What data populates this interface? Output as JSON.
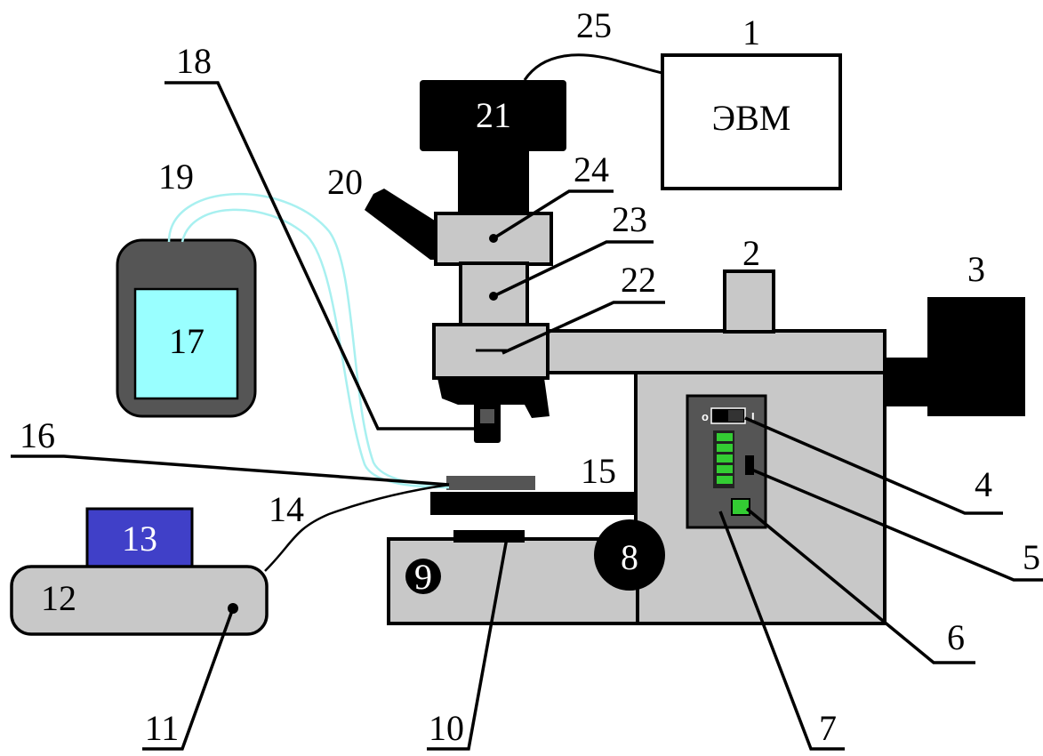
{
  "labels": {
    "computer": "1",
    "eyepiece_tube": "2",
    "lamp_housing": "3",
    "power_switch": "4",
    "knob_small": "5",
    "button": "6",
    "indicator": "7",
    "focus_knob": "8",
    "stage_knob": "9",
    "base_window": "10",
    "controller_port": "11",
    "controller": "12",
    "controller_display": "13",
    "cable": "14",
    "stage": "15",
    "sample": "16",
    "reservoir": "17",
    "objective": "18",
    "tubing": "19",
    "side_port": "20",
    "camera": "21",
    "turret": "22",
    "module_23": "23",
    "module_24": "24",
    "camera_cable": "25"
  },
  "computer_text": "ЭВМ",
  "switch_marks": {
    "off": "o",
    "on": "I"
  },
  "colors": {
    "body_gray": "#c8c8c8",
    "dark_panel": "#555555",
    "black": "#000000",
    "fluid": "#99ffff",
    "display_blue": "#4040c8",
    "led_green": "#33cc33",
    "tubing": "#a8f0f0"
  }
}
